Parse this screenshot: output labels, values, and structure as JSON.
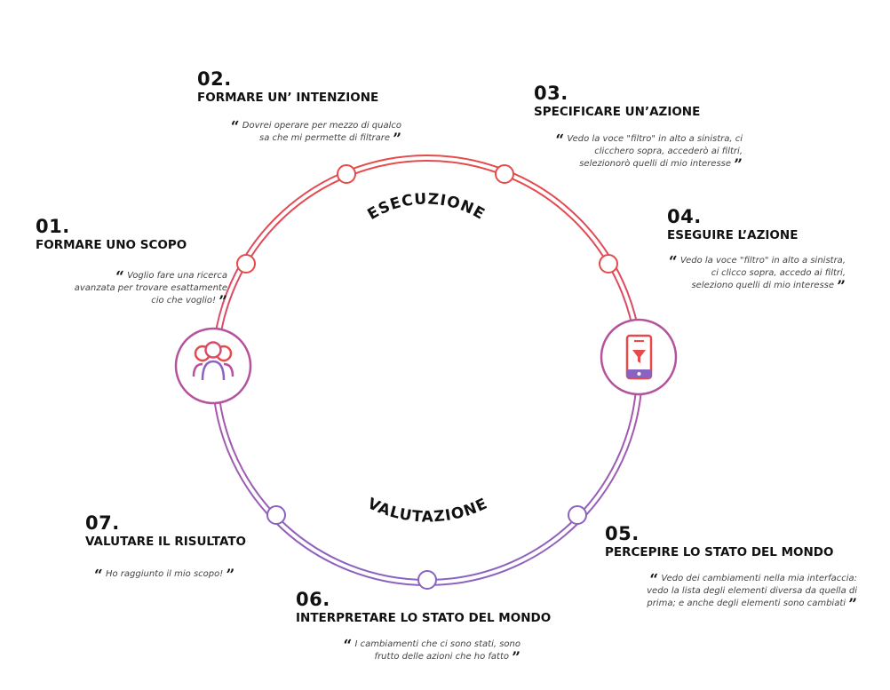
{
  "colors": {
    "execution": "#e64a4a",
    "evaluation": "#8a63c0",
    "icon_ring": "#b4529d",
    "text": "#111111",
    "quote_text": "#444444"
  },
  "arcs": {
    "top_label": "ESECUZIONE",
    "bottom_label": "VALUTAZIONE"
  },
  "icons": {
    "left": "people-group-icon",
    "right": "phone-filter-icon"
  },
  "steps": [
    {
      "id": "01",
      "number": "01.",
      "title": "FORMARE UNO SCOPO",
      "quote": [
        "Voglio fare una ricerca",
        "avanzata per trovare esattamente",
        "cio che voglio!"
      ]
    },
    {
      "id": "02",
      "number": "02.",
      "title": "FORMARE UN’ INTENZIONE",
      "quote": [
        "Dovrei operare per mezzo di qualco",
        "sa che mi permette di filtrare"
      ]
    },
    {
      "id": "03",
      "number": "03.",
      "title": "SPECIFICARE UN’AZIONE",
      "quote": [
        "Vedo la voce \"filtro\" in alto a sinistra, ci",
        "clicchero sopra, accederò ai filtri,",
        "selezionorò quelli di mio interesse"
      ]
    },
    {
      "id": "04",
      "number": "04.",
      "title": "ESEGUIRE L’AZIONE",
      "quote": [
        "Vedo la voce \"filtro\" in alto a sinistra,",
        "ci clicco sopra, accedo ai filtri,",
        "seleziono quelli di mio interesse"
      ]
    },
    {
      "id": "05",
      "number": "05.",
      "title": "PERCEPIRE LO STATO DEL MONDO",
      "quote": [
        "Vedo dei cambiamenti nella mia interfaccia:",
        "vedo la lista degli elementi diversa da quella di",
        "prima; e anche degli elementi sono cambiati"
      ]
    },
    {
      "id": "06",
      "number": "06.",
      "title": "INTERPRETARE LO STATO DEL MONDO",
      "quote": [
        "I cambiamenti che ci sono stati, sono",
        "frutto delle azioni che ho fatto"
      ]
    },
    {
      "id": "07",
      "number": "07.",
      "title": "VALUTARE IL RISULTATO",
      "quote": [
        "Ho raggiunto il mio scopo!"
      ]
    }
  ]
}
